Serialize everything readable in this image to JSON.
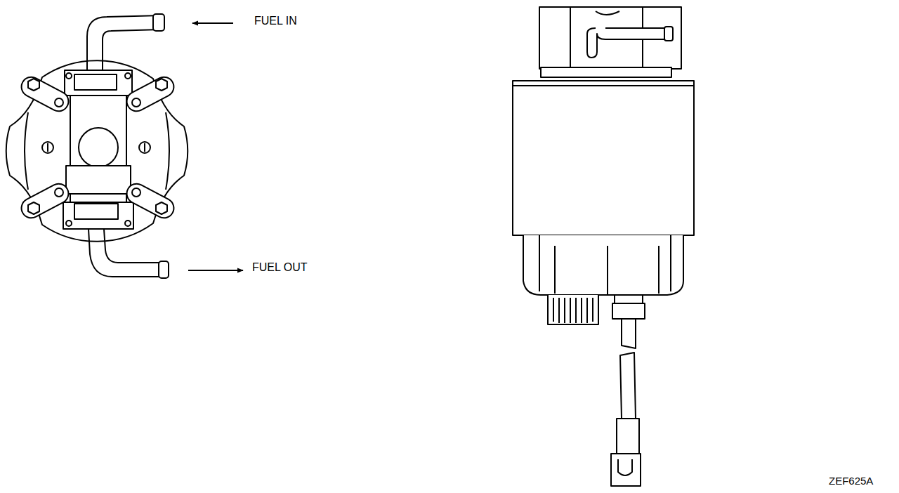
{
  "diagram": {
    "labels": [
      "FUEL IN",
      "FUEL OUT",
      "ZEF625A"
    ]
  }
}
